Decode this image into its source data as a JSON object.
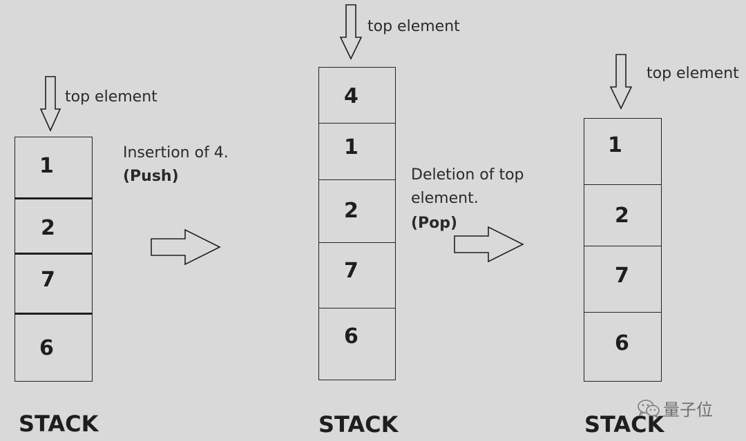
{
  "stacks": [
    {
      "title": "STACK",
      "pointer_label": "top element",
      "items": [
        "1",
        "2",
        "7",
        "6"
      ]
    },
    {
      "title": "STACK",
      "pointer_label": "top element",
      "items": [
        "4",
        "1",
        "2",
        "7",
        "6"
      ]
    },
    {
      "title": "STACK",
      "pointer_label": "top element",
      "items": [
        "1",
        "2",
        "7",
        "6"
      ]
    }
  ],
  "operations": {
    "push": {
      "line1": "Insertion of 4.",
      "line2": "(Push)"
    },
    "pop": {
      "line1": "Deletion of top",
      "line2": "element.",
      "line3": "(Pop)"
    }
  },
  "watermark": {
    "text": "量子位",
    "icon": "wechat-icon"
  },
  "colors": {
    "background": "#d9d9d9",
    "ink": "#1e1e1e",
    "watermark": "#6f6f6f"
  }
}
